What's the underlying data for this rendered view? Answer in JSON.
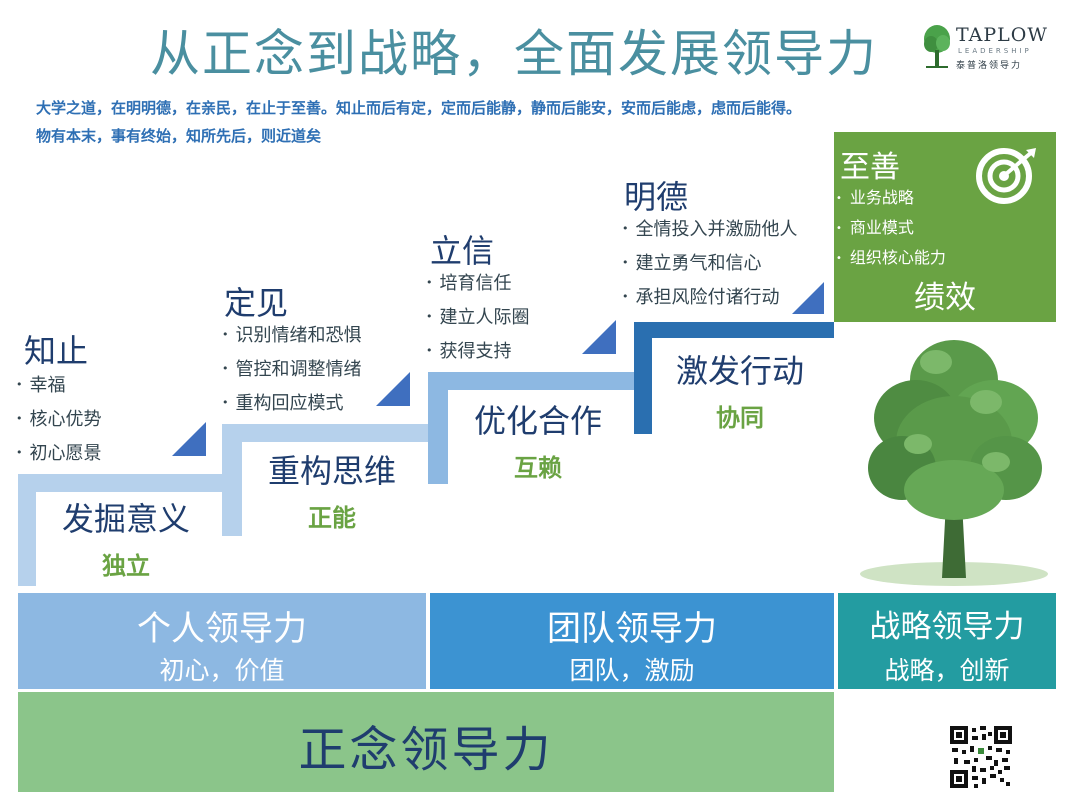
{
  "title": "从正念到战略，全面发展领导力",
  "intro": [
    "大学之道，在明明德，在亲民，在止于至善。知止而后有定，定而后能静，静而后能安，安而后能虑，虑而后能得。",
    "物有本末，事有终始，知所先后，则近道矣"
  ],
  "logo": {
    "wordmark": "TAPLOW",
    "sub": "LEADERSHIP",
    "cn": "泰普洛领导力",
    "icon": "tree-icon"
  },
  "steps": [
    {
      "heading": "知止",
      "bullets": [
        "幸福",
        "核心优势",
        "初心愿景"
      ],
      "label": "发掘意义",
      "state": "独立"
    },
    {
      "heading": "定见",
      "bullets": [
        "识别情绪和恐惧",
        "管控和调整情绪",
        "重构回应模式"
      ],
      "label": "重构思维",
      "state": "正能"
    },
    {
      "heading": "立信",
      "bullets": [
        "培育信任",
        "建立人际圈",
        "获得支持"
      ],
      "label": "优化合作",
      "state": "互赖"
    },
    {
      "heading": "明德",
      "bullets": [
        "全情投入并激励他人",
        "建立勇气和信心",
        "承担风险付诸行动"
      ],
      "label": "激发行动",
      "state": "协同"
    }
  ],
  "summit": {
    "heading": "至善",
    "bullets": [
      "业务战略",
      "商业模式",
      "组织核心能力"
    ],
    "label": "绩效",
    "icon": "target-icon"
  },
  "bands": [
    {
      "label": "个人领导力",
      "sub": "初心，价值",
      "color": "#8db8e2"
    },
    {
      "label": "团队领导力",
      "sub": "团队，激励",
      "color": "#3c93d2"
    },
    {
      "label": "战略领导力",
      "sub": "战略，创新",
      "color": "#239ca1"
    }
  ],
  "bottom": {
    "label": "正念领导力",
    "color": "#8bc58a"
  },
  "colors": {
    "summit": "#6aa343",
    "step_dark": "#2a6fb0",
    "step_light": "#b6d1ec"
  },
  "decor": {
    "tree": "tree-icon",
    "qr": "qr-code-icon"
  }
}
